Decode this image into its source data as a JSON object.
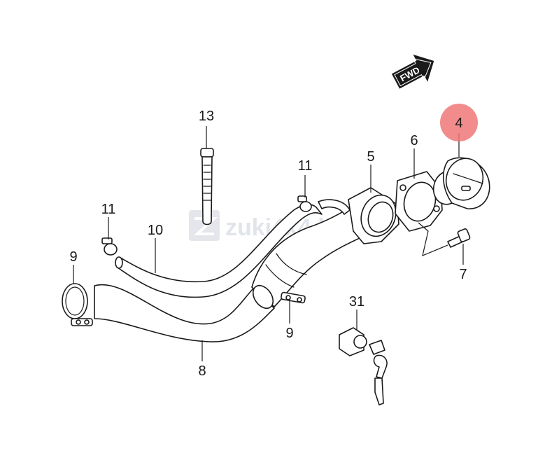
{
  "diagram": {
    "fwd_label": "FWD",
    "watermark": "zuki4x4.hu",
    "highlight_color": "#f07878",
    "highlighted_callout": "4",
    "callouts": {
      "c13": "13",
      "c11a": "11",
      "c5": "5",
      "c6": "6",
      "c4": "4",
      "c11b": "11",
      "c10": "10",
      "c9a": "9",
      "c7": "7",
      "c9b": "9",
      "c31": "31",
      "c8": "8"
    }
  }
}
